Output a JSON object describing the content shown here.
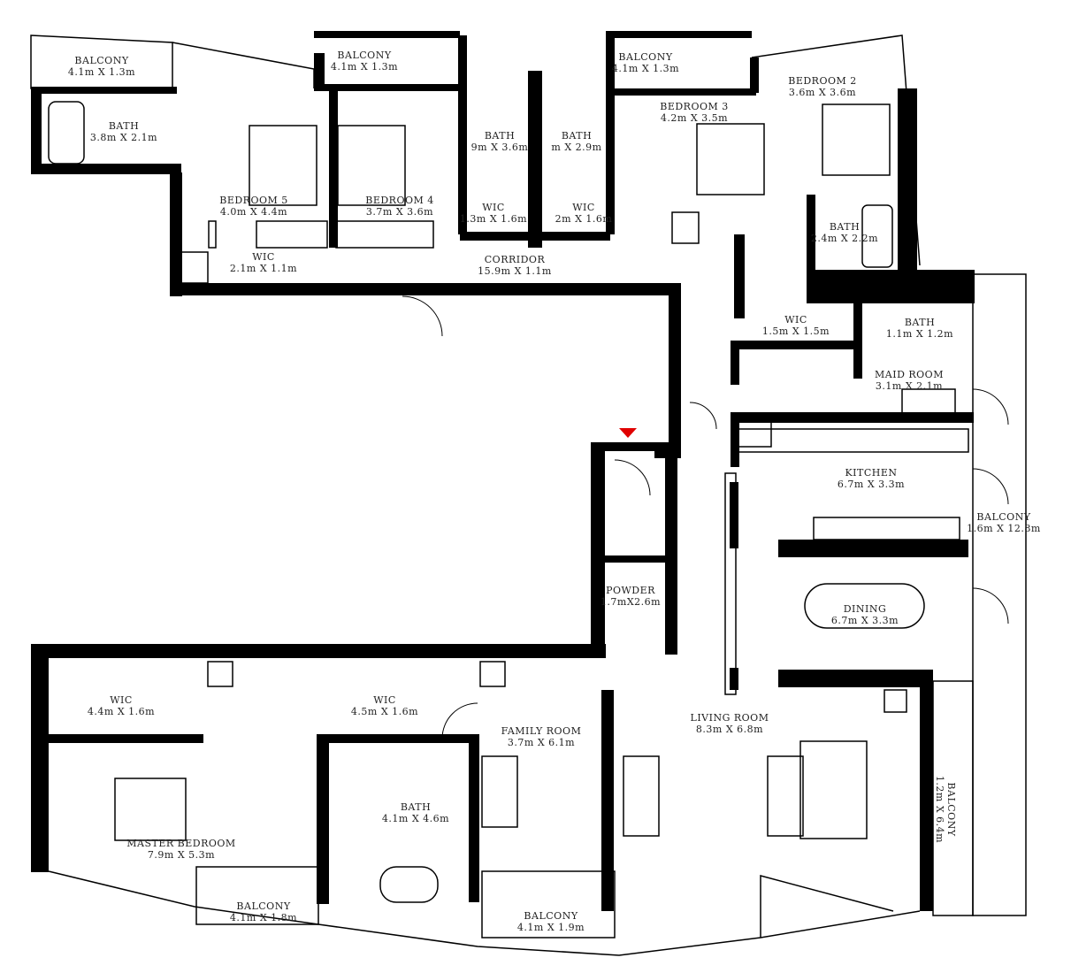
{
  "plan": {
    "entry_marker_color": "#e00000",
    "wall_color": "#000000",
    "rooms": [
      {
        "name": "BALCONY",
        "dims": "4.1m X 1.3m"
      },
      {
        "name": "BATH",
        "dims": "3.8m X 2.1m"
      },
      {
        "name": "BALCONY",
        "dims": "4.1m X 1.3m"
      },
      {
        "name": "BALCONY",
        "dims": "4.1m X 1.3m"
      },
      {
        "name": "BEDROOM 2",
        "dims": "3.6m X 3.6m"
      },
      {
        "name": "BEDROOM 3",
        "dims": "4.2m X 3.5m"
      },
      {
        "name": "BATH",
        "dims": "9m X 3.6m"
      },
      {
        "name": "BATH",
        "dims": "m X 2.9m"
      },
      {
        "name": "BEDROOM 5",
        "dims": "4.0m X 4.4m"
      },
      {
        "name": "BEDROOM 4",
        "dims": "3.7m X 3.6m"
      },
      {
        "name": "WIC",
        "dims": "1.3m X 1.6m"
      },
      {
        "name": "WIC",
        "dims": "2m X 1.6m"
      },
      {
        "name": "BATH",
        "dims": "2.4m X 2.2m"
      },
      {
        "name": "WIC",
        "dims": "2.1m X 1.1m"
      },
      {
        "name": "CORRIDOR",
        "dims": "15.9m X 1.1m"
      },
      {
        "name": "WIC",
        "dims": "1.5m X 1.5m"
      },
      {
        "name": "BATH",
        "dims": "1.1m X 1.2m"
      },
      {
        "name": "MAID ROOM",
        "dims": "3.1m X 2.1m"
      },
      {
        "name": "KITCHEN",
        "dims": "6.7m X 3.3m"
      },
      {
        "name": "BALCONY",
        "dims": "1.6m X 12.8m"
      },
      {
        "name": "POWDER",
        "dims": "1.7mX2.6m"
      },
      {
        "name": "DINING",
        "dims": "6.7m X 3.3m"
      },
      {
        "name": "WIC",
        "dims": "4.4m X 1.6m"
      },
      {
        "name": "WIC",
        "dims": "4.5m X 1.6m"
      },
      {
        "name": "LIVING ROOM",
        "dims": "8.3m X 6.8m"
      },
      {
        "name": "FAMILY ROOM",
        "dims": "3.7m X 6.1m"
      },
      {
        "name": "BATH",
        "dims": "4.1m X 4.6m"
      },
      {
        "name": "MASTER BEDROOM",
        "dims": "7.9m X 5.3m"
      },
      {
        "name": "BALCONY",
        "dims": "1.2m X 6.4m"
      },
      {
        "name": "BALCONY",
        "dims": "4.1m X 1.8m"
      },
      {
        "name": "BALCONY",
        "dims": "4.1m X 1.9m"
      }
    ]
  }
}
